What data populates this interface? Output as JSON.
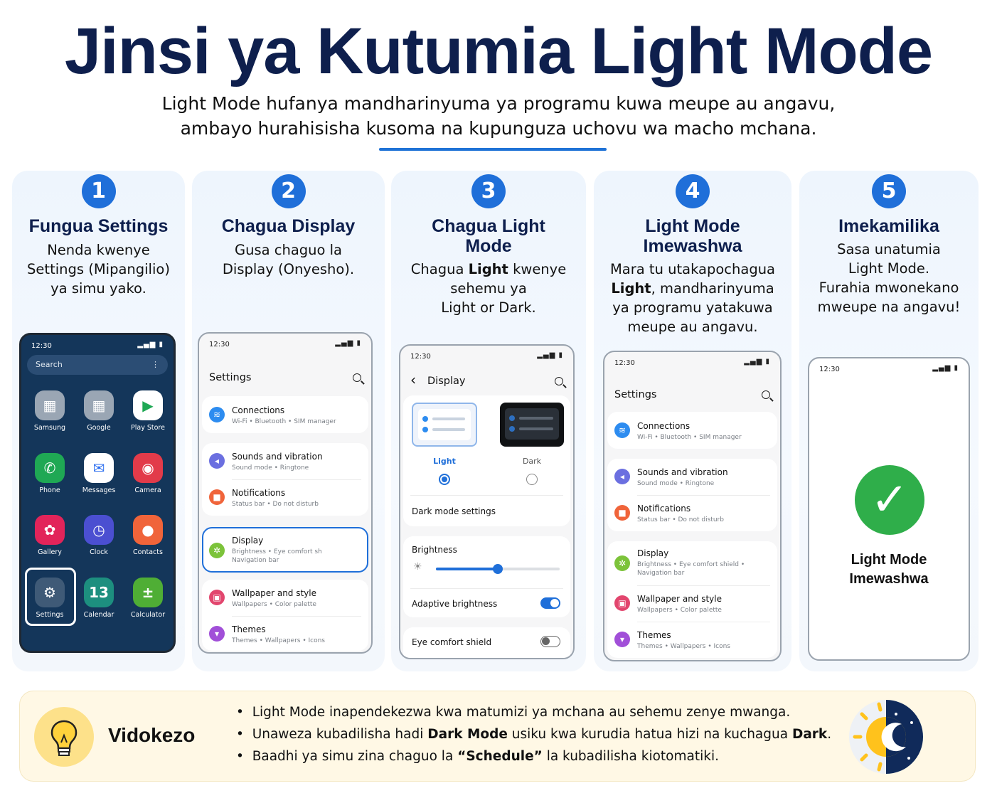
{
  "header": {
    "title": "Jinsi ya Kutumia Light Mode",
    "subtitle_1": "Light Mode hufanya mandharinyuma ya programu kuwa meupe au angavu,",
    "subtitle_2": "ambayo hurahisisha kusoma na kupunguza uchovu wa macho mchana."
  },
  "steps": [
    {
      "num": "1",
      "title": "Fungua Settings",
      "desc": [
        "Nenda kwenye",
        "Settings (Mipangilio)",
        "ya simu yako."
      ]
    },
    {
      "num": "2",
      "title": "Chagua Display",
      "desc": [
        "Gusa chaguo la",
        "Display (Onyesho)."
      ]
    },
    {
      "num": "3",
      "title_1": "Chagua Light",
      "title_2": "Mode",
      "desc_1_pre": "Chagua ",
      "desc_1_bold": "Light",
      "desc_1_post": " kwenye",
      "desc_2": "sehemu ya",
      "desc_3": "Light or Dark."
    },
    {
      "num": "4",
      "title_1": "Light Mode",
      "title_2": "Imewashwa",
      "desc_1": "Mara tu utakapochagua",
      "desc_2_bold": "Light",
      "desc_2_post": ", mandharinyuma",
      "desc_3": "ya programu yatakuwa",
      "desc_4": "meupe au angavu."
    },
    {
      "num": "5",
      "title": "Imekamilika",
      "desc": [
        "Sasa unatumia",
        "Light Mode.",
        "Furahia mwonekano",
        "mweupe na angavu!"
      ]
    }
  ],
  "phone": {
    "time": "12:30",
    "signal": "▂▄▆ ▮"
  },
  "home": {
    "search": "Search",
    "menu": "⋮",
    "apps": [
      {
        "label": "Samsung",
        "icon": "folder-icon",
        "color": "#9aa6b4"
      },
      {
        "label": "Google",
        "icon": "folder-icon",
        "color": "#9aa6b4"
      },
      {
        "label": "Play Store",
        "icon": "play-store-icon",
        "color": "#ffffff"
      },
      {
        "label": "Phone",
        "icon": "phone-icon",
        "color": "#1fa854"
      },
      {
        "label": "Messages",
        "icon": "messages-icon",
        "color": "#ffffff"
      },
      {
        "label": "Camera",
        "icon": "camera-icon",
        "color": "#e23b4a"
      },
      {
        "label": "Gallery",
        "icon": "gallery-icon",
        "color": "#e2245a"
      },
      {
        "label": "Clock",
        "icon": "clock-icon",
        "color": "#4b4fd1"
      },
      {
        "label": "Contacts",
        "icon": "contacts-icon",
        "color": "#f0643a"
      },
      {
        "label": "Settings",
        "icon": "gear-icon",
        "color": "#3f5a77"
      },
      {
        "label": "Calendar",
        "icon": "calendar-icon",
        "color": "#1d8f7f"
      },
      {
        "label": "Calculator",
        "icon": "calculator-icon",
        "color": "#4fae35"
      }
    ]
  },
  "settings": {
    "title": "Settings",
    "items": [
      {
        "title": "Connections",
        "sub": "Wi-Fi  •  Bluetooth  •  SIM manager",
        "icon": "wifi-icon",
        "color": "#2d8cf0"
      },
      {
        "title": "Sounds and vibration",
        "sub": "Sound mode  •  Ringtone",
        "icon": "sound-icon",
        "color": "#6b6fe0"
      },
      {
        "title": "Notifications",
        "sub": "Status bar  •  Do not disturb",
        "icon": "notifications-icon",
        "color": "#f0643a"
      },
      {
        "title": "Display",
        "sub": "Brightness  •  Eye comfort sh",
        "sub2": "Navigation bar",
        "icon": "display-icon",
        "color": "#7cc33a"
      },
      {
        "title": "Wallpaper and style",
        "sub": "Wallpapers  •  Color palette",
        "icon": "wallpaper-icon",
        "color": "#e2466e"
      },
      {
        "title": "Themes",
        "sub": "Themes  •  Wallpapers  •  Icons",
        "icon": "themes-icon",
        "color": "#a14fd8"
      }
    ],
    "display_sub_full": "Brightness  •  Eye comfort shield  •"
  },
  "display": {
    "back": "‹",
    "title": "Display",
    "light": "Light",
    "dark": "Dark",
    "dark_settings": "Dark mode settings",
    "brightness": "Brightness",
    "brightness_level": 0.5,
    "adaptive": "Adaptive brightness",
    "eye": "Eye comfort shield",
    "sun": "☀"
  },
  "done": {
    "check": "✓",
    "line_1": "Light Mode",
    "line_2": "Imewashwa"
  },
  "tips": {
    "heading": "Vidokezo",
    "bullet": "•",
    "t1": "Light Mode inapendekezwa kwa matumizi ya mchana au sehemu zenye mwanga.",
    "t2_pre": "Unaweza kubadilisha hadi ",
    "t2_b1": "Dark Mode",
    "t2_mid": " usiku kwa kurudia hatua hizi na kuchagua ",
    "t2_b2": "Dark",
    "t2_post": ".",
    "t3_pre": "Baadhi ya simu zina chaguo la ",
    "t3_b": "“Schedule”",
    "t3_post": " la kubadilisha kiotomatiki."
  },
  "colors": {
    "accent": "#1f6fd9",
    "navy": "#0e1f4d",
    "success": "#2fae4a"
  }
}
